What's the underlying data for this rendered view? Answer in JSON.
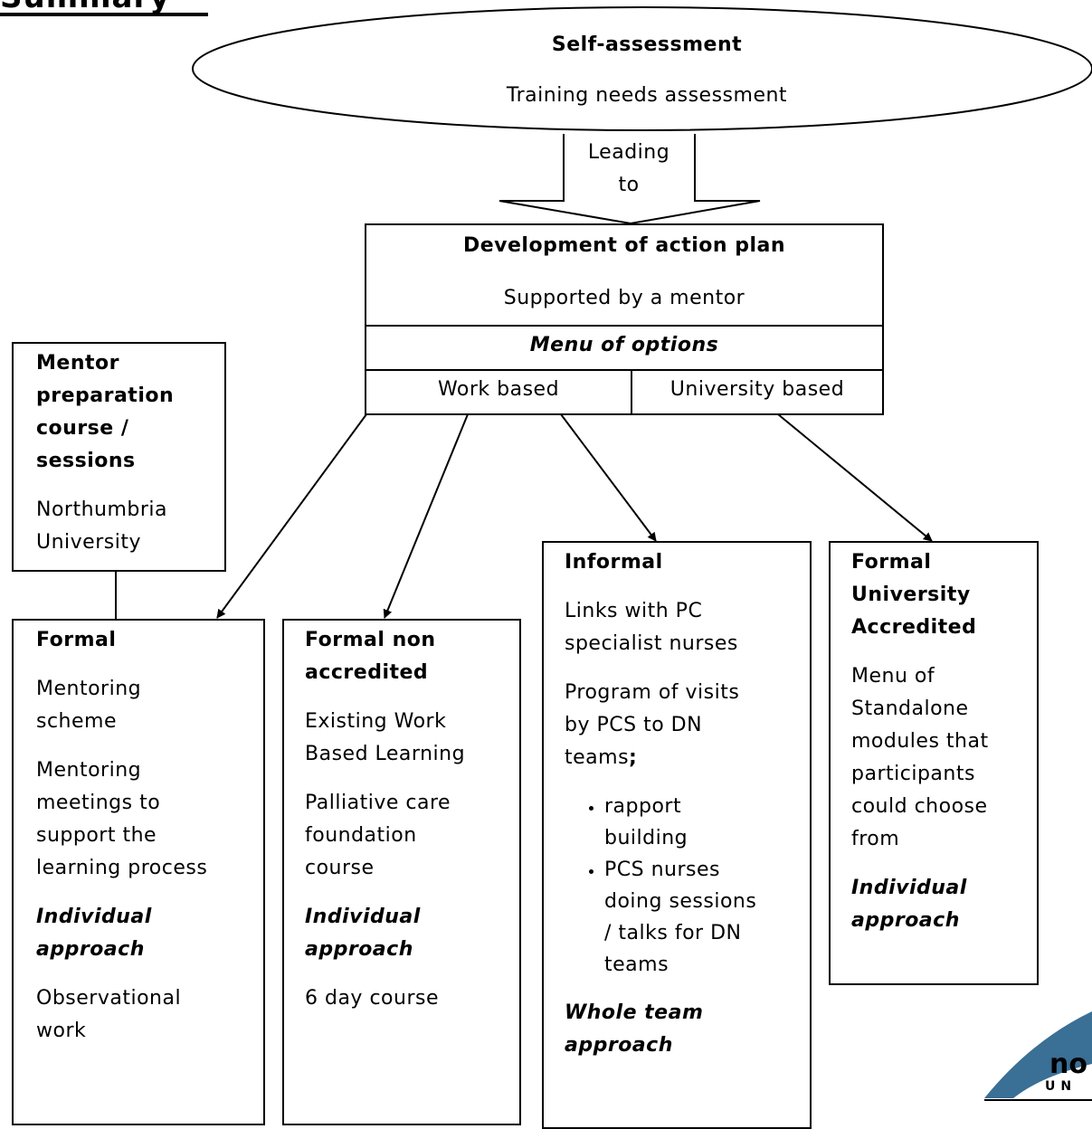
{
  "title_fragment": "Summary",
  "self_assessment": {
    "title": "Self-assessment",
    "subtitle": "Training needs assessment"
  },
  "arrow_label": [
    "Leading",
    "to"
  ],
  "action_plan": {
    "title": "Development of action plan",
    "subtitle": "Supported by a mentor",
    "menu_label": "Menu of options",
    "work_based": "Work based",
    "university_based": "University based"
  },
  "mentor_prep": {
    "title_lines": [
      "Mentor",
      "preparation",
      "course /",
      "sessions"
    ],
    "body_lines": [
      "Northumbria",
      "University"
    ]
  },
  "formal": {
    "title": "Formal",
    "p1": [
      "Mentoring",
      "scheme"
    ],
    "p2": [
      "Mentoring",
      "meetings to",
      "support the",
      "learning process"
    ],
    "emphasis": [
      "Individual",
      "approach"
    ],
    "p3": [
      "Observational",
      "work"
    ]
  },
  "formal_non": {
    "title": [
      "Formal non",
      "accredited"
    ],
    "p1": [
      "Existing Work",
      "Based Learning"
    ],
    "p2": [
      "Palliative care",
      "foundation",
      "course"
    ],
    "emphasis": [
      "Individual",
      "approach"
    ],
    "p3": "6 day course"
  },
  "informal": {
    "title": "Informal",
    "p1": [
      "Links with PC",
      "specialist nurses"
    ],
    "p2": [
      "Program of visits",
      "by PCS to DN",
      "teams"
    ],
    "p2_suffix": ";",
    "bullets": [
      [
        "rapport",
        "building"
      ],
      [
        "PCS nurses",
        "doing sessions",
        "/ talks for DN",
        "teams"
      ]
    ],
    "emphasis": [
      "Whole team",
      "approach"
    ]
  },
  "formal_uni": {
    "title": [
      "Formal",
      "University",
      "Accredited"
    ],
    "p1": [
      "Menu of",
      "Standalone",
      "modules that",
      "participants",
      "could choose",
      "from"
    ],
    "emphasis": [
      "Individual",
      "approach"
    ]
  },
  "logo": {
    "text_top": "no",
    "text_bottom": "UN"
  },
  "colors": {
    "logo_blue": "#3a6f96",
    "line": "#000000",
    "background": "#ffffff"
  }
}
